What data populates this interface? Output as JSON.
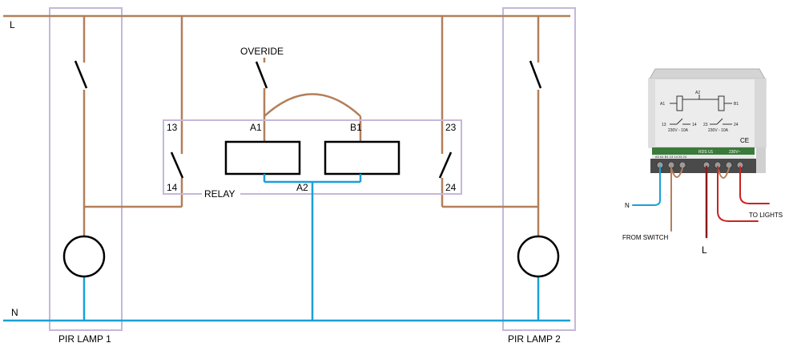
{
  "colors": {
    "live": "#b37f5a",
    "neutral": "#1aa0d8",
    "frame": "#c4b8d8",
    "red": "#cc2222",
    "darkred": "#8b1a1a",
    "black": "#000000"
  },
  "labels": {
    "line": "L",
    "neutral": "N",
    "override": "OVERIDE",
    "relay": "RELAY",
    "pir_lamp_1": "PIR LAMP 1",
    "pir_lamp_2": "PIR LAMP 2",
    "terminal_13": "13",
    "terminal_14": "14",
    "terminal_23": "23",
    "terminal_24": "24",
    "terminal_a1": "A1",
    "terminal_b1": "B1",
    "terminal_a2": "A2"
  },
  "photo": {
    "a1": "A1",
    "a2": "A2",
    "b1": "B1",
    "t13": "13",
    "t14": "14",
    "t23": "23",
    "t24": "24",
    "rating_left": "230V - 10A",
    "rating_right": "230V - 10A",
    "ce": "CE",
    "model": "RDS U1",
    "voltage": "230V~",
    "terminal_strip": "A2 A1 B1   13 14 23 24",
    "n_label": "N",
    "from_switch": "FROM SWITCH",
    "l_label": "L",
    "to_lights": "TO LIGHTS"
  }
}
